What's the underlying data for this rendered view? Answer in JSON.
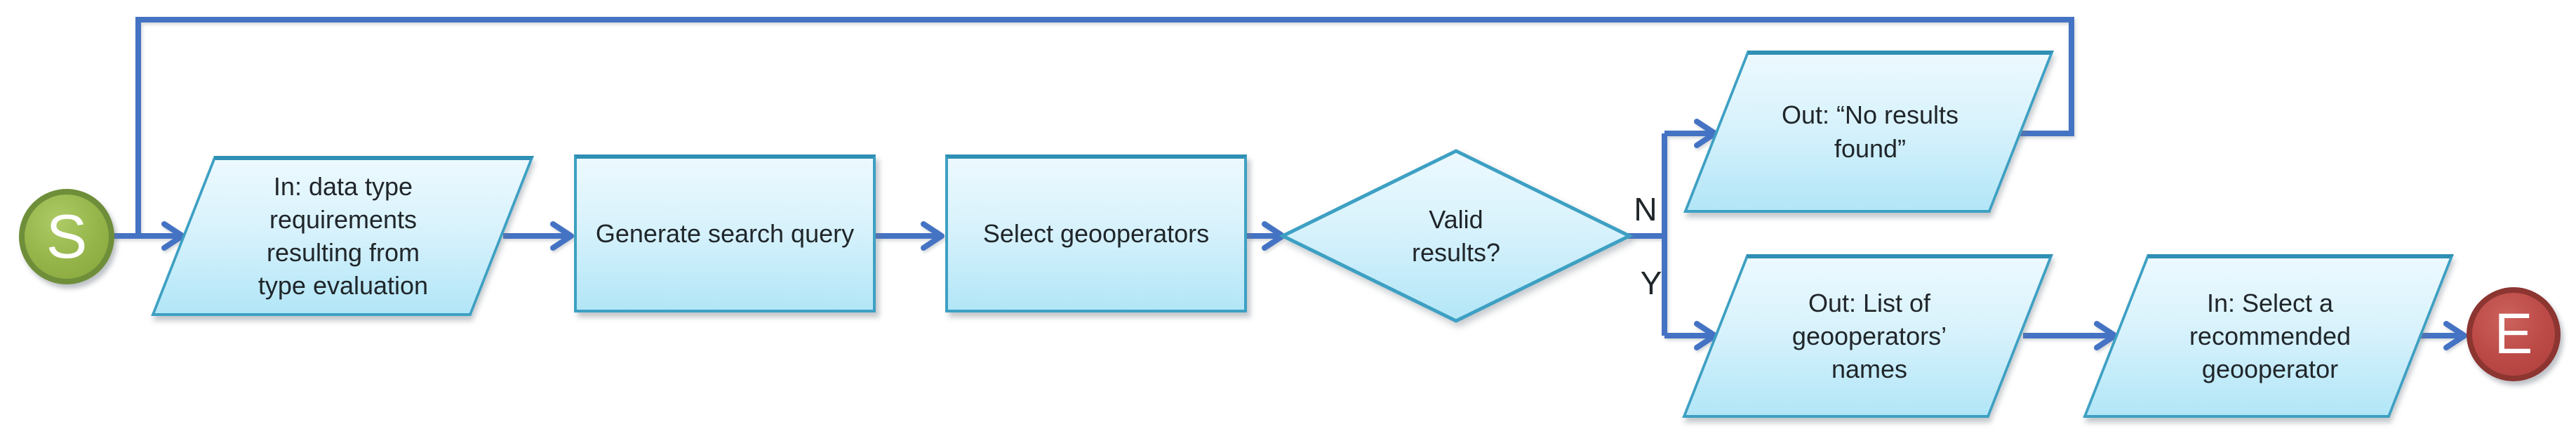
{
  "flowchart": {
    "nodes": [
      {
        "id": "start",
        "shape": "terminator-circle",
        "label": "S"
      },
      {
        "id": "in-data-type-requirements",
        "shape": "parallelogram-io",
        "label": "In: data type\nrequirements\nresulting from\ntype evaluation"
      },
      {
        "id": "generate-search-query",
        "shape": "process-rectangle",
        "label": "Generate search query"
      },
      {
        "id": "select-geooperators",
        "shape": "process-rectangle",
        "label": "Select geooperators"
      },
      {
        "id": "valid-results",
        "shape": "decision-diamond",
        "label": "Valid\nresults?"
      },
      {
        "id": "out-no-results-found",
        "shape": "parallelogram-io",
        "label": "Out: “No results\nfound”"
      },
      {
        "id": "out-list-of-geooperators-names",
        "shape": "parallelogram-io",
        "label": "Out: List of\ngeooperators’\nnames"
      },
      {
        "id": "in-select-recommended-geooperator",
        "shape": "parallelogram-io",
        "label": "In: Select a\nrecommended\ngeooperator"
      },
      {
        "id": "end",
        "shape": "terminator-circle",
        "label": "E"
      }
    ],
    "edges": [
      {
        "from": "start",
        "to": "in-data-type-requirements",
        "label": ""
      },
      {
        "from": "in-data-type-requirements",
        "to": "generate-search-query",
        "label": ""
      },
      {
        "from": "generate-search-query",
        "to": "select-geooperators",
        "label": ""
      },
      {
        "from": "select-geooperators",
        "to": "valid-results",
        "label": ""
      },
      {
        "from": "valid-results",
        "to": "out-no-results-found",
        "label": "N"
      },
      {
        "from": "valid-results",
        "to": "out-list-of-geooperators-names",
        "label": "Y"
      },
      {
        "from": "out-no-results-found",
        "to": "start",
        "label": ""
      },
      {
        "from": "out-list-of-geooperators-names",
        "to": "in-select-recommended-geooperator",
        "label": ""
      },
      {
        "from": "in-select-recommended-geooperator",
        "to": "end",
        "label": ""
      }
    ],
    "colors": {
      "shape_border": "#3DA0C3",
      "shape_fill_top": "#ECF9FE",
      "shape_fill_bottom": "#B2E6F7",
      "connector_blue": "#4573C4",
      "start_fill": "#94B449",
      "start_border": "#6F8E3A",
      "end_fill": "#BB4946",
      "end_border": "#8C3531",
      "text": "#20262a",
      "background": "#ffffff"
    }
  }
}
